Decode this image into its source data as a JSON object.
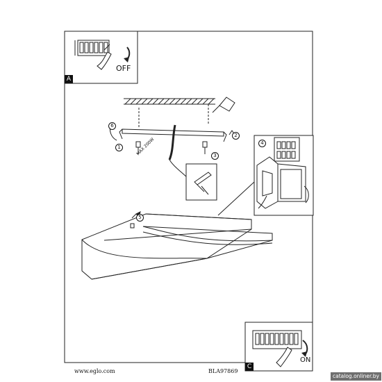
{
  "footer": {
    "url": "www.eglo.com",
    "code": "BLA97869",
    "watermark": "catalog.onliner.by"
  },
  "panels": {
    "a_label": "A",
    "c_label": "C",
    "off_label": "OFF",
    "on_label": "ON"
  },
  "cable": {
    "max_label": "MAX 200W"
  },
  "steps": {
    "s1": "1",
    "s2": "2",
    "s3": "3",
    "s4": "4",
    "s5": "5",
    "s6": "6"
  }
}
